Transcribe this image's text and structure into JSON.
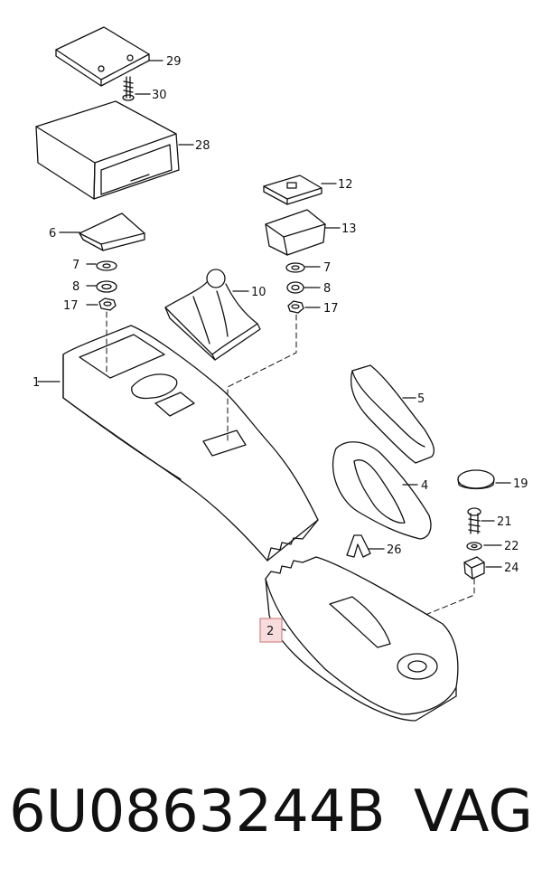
{
  "diagram": {
    "callouts": {
      "c1": "1",
      "c2": "2",
      "c4": "4",
      "c5": "5",
      "c6": "6",
      "c7a": "7",
      "c7b": "7",
      "c8a": "8",
      "c8b": "8",
      "c10": "10",
      "c12": "12",
      "c13": "13",
      "c17a": "17",
      "c17b": "17",
      "c19": "19",
      "c21": "21",
      "c22": "22",
      "c24": "24",
      "c26": "26",
      "c28": "28",
      "c29": "29",
      "c30": "30"
    },
    "highlight_color": "#d98a8a",
    "highlight_fill": "#f6dcdc"
  },
  "footer": {
    "part_number": "6U0863244B",
    "brand": "VAG"
  }
}
